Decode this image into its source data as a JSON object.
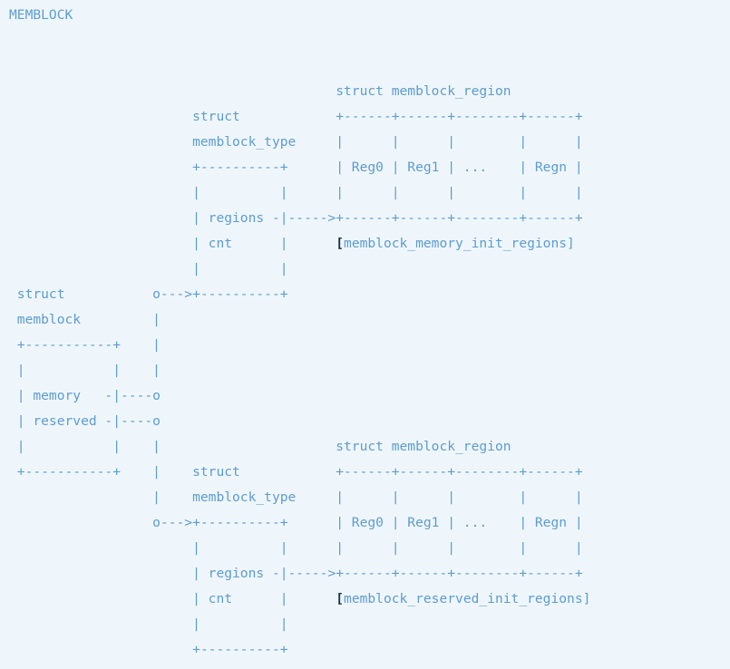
{
  "title": "MEMBLOCK",
  "colors": {
    "background": "#EFF6FB",
    "text": "#5C9CD1",
    "bracket": "#17344F"
  },
  "diagram": {
    "kind": "ascii-art",
    "structs": {
      "memblock": {
        "fields": [
          "memory",
          "reserved"
        ]
      },
      "memblock_type": {
        "fields": [
          "regions",
          "cnt"
        ]
      },
      "memblock_region": {
        "cells": [
          "Reg0",
          "Reg1",
          "...",
          "Regn"
        ]
      }
    },
    "array_annotations": [
      "memblock_memory_init_regions",
      "memblock_reserved_init_regions"
    ],
    "lines": [
      "",
      "",
      "                                         struct memblock_region",
      "                       struct            +------+------+--------+------+",
      "                       memblock_type     |      |      |        |      |",
      "                       +----------+      | Reg0 | Reg1 | ...    | Regn |",
      "                       |          |      |      |      |        |      |",
      "                       | regions -|----->+------+------+--------+------+",
      "                       | cnt      |      [memblock_memory_init_regions]",
      "                       |          |",
      " struct           o--->+----------+",
      " memblock         |",
      " +-----------+    |",
      " |           |    |",
      " | memory   -|----o",
      " | reserved -|----o",
      " |           |    |                      struct memblock_region",
      " +-----------+    |    struct            +------+------+--------+------+",
      "                  |    memblock_type     |      |      |        |      |",
      "                  o--->+----------+      | Reg0 | Reg1 | ...    | Regn |",
      "                       |          |      |      |      |        |      |",
      "                       | regions -|----->+------+------+--------+------+",
      "                       | cnt      |      [memblock_reserved_init_regions]",
      "                       |          |",
      "                       +----------+"
    ]
  }
}
